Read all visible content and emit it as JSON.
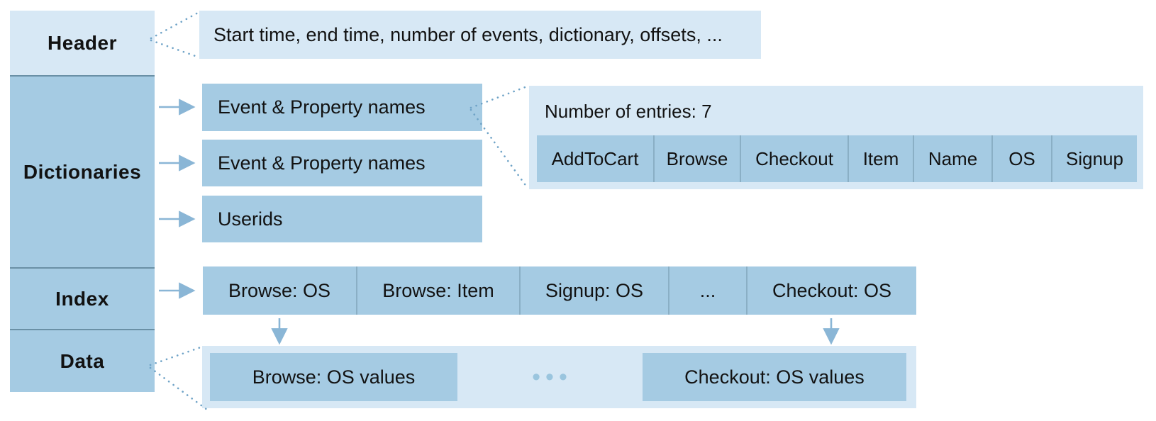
{
  "colors": {
    "box_dark": "#a5cbe3",
    "box_light": "#d7e8f5",
    "section_divider": "#6a90a6",
    "cell_divider": "#8aafc5",
    "arrow": "#8ab6d6",
    "dotted_connector": "#6fa3c7",
    "ellipsis_dots": "#9ac5de",
    "text": "#121212"
  },
  "sidebar": {
    "sections": [
      {
        "label": "Header"
      },
      {
        "label": "Dictionaries"
      },
      {
        "label": "Index"
      },
      {
        "label": "Data"
      }
    ]
  },
  "header_note": {
    "text": "Start time, end time, number of events, dictionary, offsets, ..."
  },
  "dictionaries": {
    "boxes": [
      {
        "label": "Event & Property names"
      },
      {
        "label": "Event & Property names"
      },
      {
        "label": "Userids"
      }
    ]
  },
  "entries_panel": {
    "title": "Number of entries: 7",
    "entries": [
      "AddToCart",
      "Browse",
      "Checkout",
      "Item",
      "Name",
      "OS",
      "Signup"
    ]
  },
  "index_row": {
    "cells": [
      "Browse: OS",
      "Browse: Item",
      "Signup: OS",
      "...",
      "Checkout: OS"
    ]
  },
  "data_panel": {
    "blocks": [
      {
        "label": "Browse: OS values"
      },
      {
        "label": "Checkout: OS values"
      }
    ],
    "ellipsis": "•••"
  }
}
